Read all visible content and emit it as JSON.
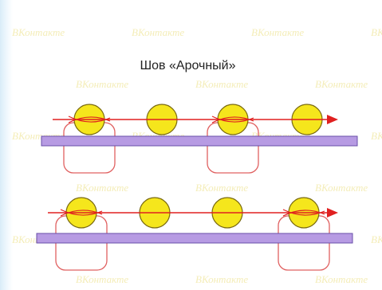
{
  "title": "Шов «Арочный»",
  "watermark_text": "ВКонтакте",
  "colors": {
    "bead_fill": "#f5e61c",
    "bead_stroke": "#7a6a10",
    "rod_fill": "#b79be3",
    "rod_stroke": "#6a4fa8",
    "thread": "#e02020",
    "loop": "#e06060",
    "watermark": "#f4edb8"
  },
  "rows": [
    {
      "name": "row-1",
      "beads": 4,
      "loops_under_beads": [
        1,
        3
      ],
      "arrow": "right"
    },
    {
      "name": "row-2",
      "beads": 4,
      "loops_under_beads": [
        1,
        4
      ],
      "arrow": "right"
    }
  ]
}
